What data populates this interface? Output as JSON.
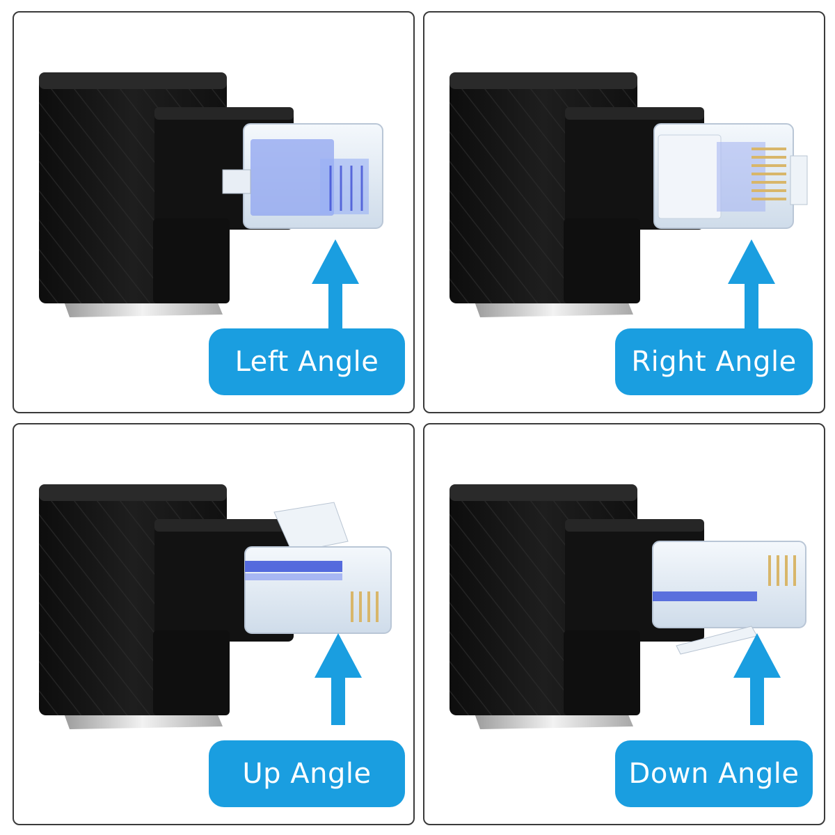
{
  "colors": {
    "accent": "#1a9ee0",
    "connector_body": "#161616",
    "plug_clear": "#dde8f2",
    "cable_blue": "#3a52d8",
    "contact_gold": "#d8b66a",
    "panel_border": "#3a3a3a"
  },
  "panels": [
    {
      "label": "Left Angle",
      "icon": "arrow-up-icon"
    },
    {
      "label": "Right Angle",
      "icon": "arrow-up-icon"
    },
    {
      "label": "Up Angle",
      "icon": "arrow-up-icon"
    },
    {
      "label": "Down Angle",
      "icon": "arrow-up-icon"
    }
  ]
}
